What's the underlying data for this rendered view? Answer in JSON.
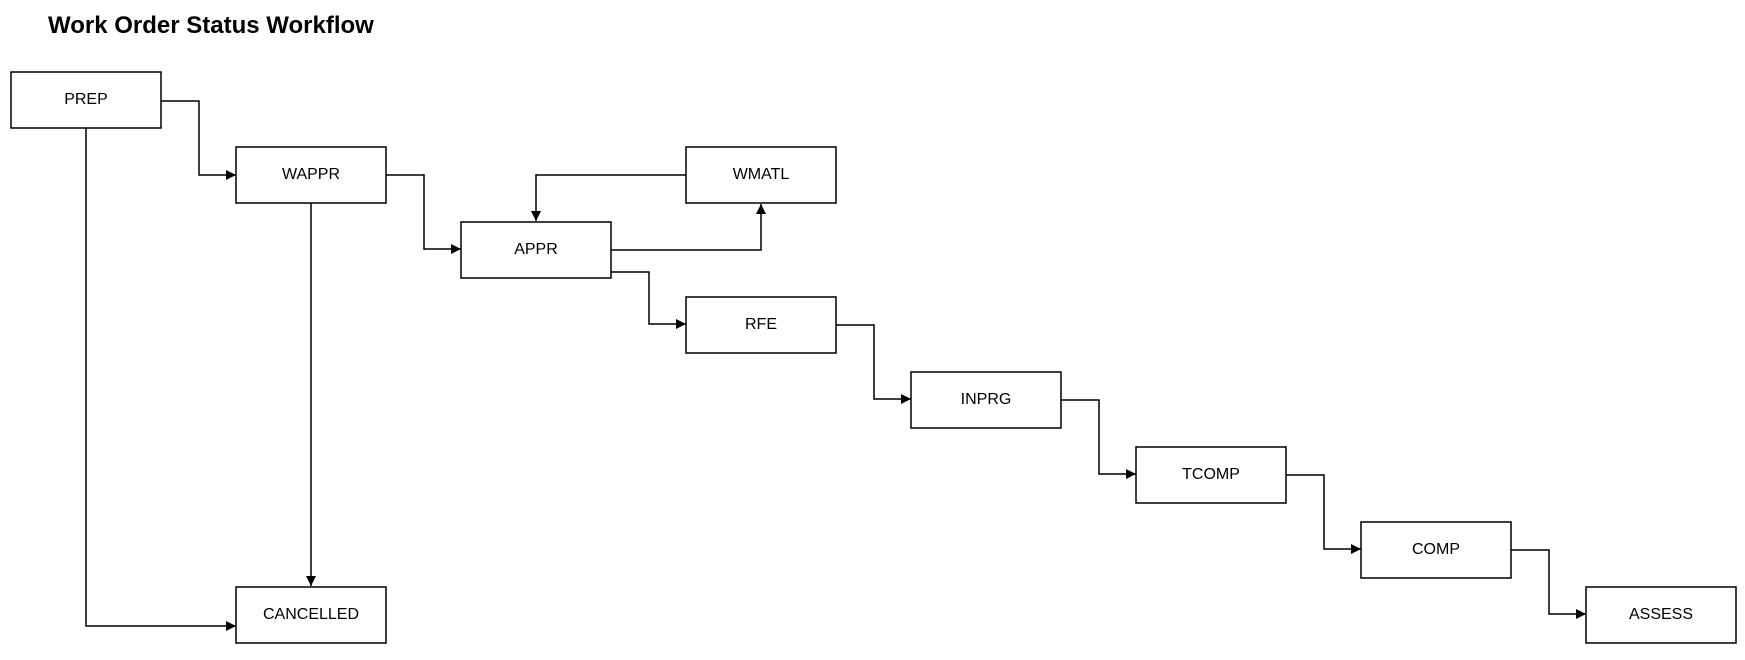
{
  "title": "Work Order Status Workflow",
  "colors": {
    "background": "#ffffff",
    "stroke": "#000000",
    "text": "#000000"
  },
  "nodes": {
    "prep": "PREP",
    "wappr": "WAPPR",
    "appr": "APPR",
    "wmatl": "WMATL",
    "rfe": "RFE",
    "inprg": "INPRG",
    "tcomp": "TCOMP",
    "comp": "COMP",
    "assess": "ASSESS",
    "cancelled": "CANCELLED"
  },
  "edges": [
    {
      "from": "prep",
      "to": "wappr"
    },
    {
      "from": "prep",
      "to": "cancelled"
    },
    {
      "from": "wappr",
      "to": "appr"
    },
    {
      "from": "wappr",
      "to": "cancelled"
    },
    {
      "from": "appr",
      "to": "wmatl"
    },
    {
      "from": "wmatl",
      "to": "appr"
    },
    {
      "from": "appr",
      "to": "rfe"
    },
    {
      "from": "rfe",
      "to": "inprg"
    },
    {
      "from": "inprg",
      "to": "tcomp"
    },
    {
      "from": "tcomp",
      "to": "comp"
    },
    {
      "from": "comp",
      "to": "assess"
    }
  ]
}
